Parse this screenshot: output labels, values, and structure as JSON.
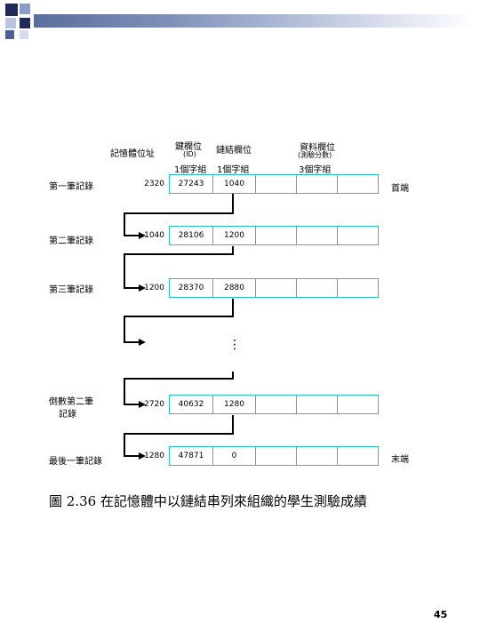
{
  "header": {
    "labels": {
      "address": "記憶體位址",
      "key_field": "鍵欄位",
      "key_field_sub": "(ID)",
      "link_field": "鏈結欄位",
      "data_field": "資料欄位",
      "data_field_sub": "(測驗分數)",
      "key_size": "1個字組",
      "link_size": "1個字組",
      "data_size": "3個字組"
    }
  },
  "records": [
    {
      "label": "第一筆記錄",
      "address": "2320",
      "id": "27243",
      "link": "1040",
      "end_label": "首端"
    },
    {
      "label": "第二筆記錄",
      "address": "1040",
      "id": "28106",
      "link": "1200",
      "end_label": ""
    },
    {
      "label": "第三筆記錄",
      "address": "1200",
      "id": "28370",
      "link": "2880",
      "end_label": ""
    },
    {
      "label": "倒數第二筆記錄",
      "address": "2720",
      "id": "40632",
      "link": "1280",
      "end_label": ""
    },
    {
      "label": "最後一筆記錄",
      "address": "1280",
      "id": "47871",
      "link": "0",
      "end_label": "末端"
    }
  ],
  "label_4_line1": "倒數第二筆",
  "label_4_line2": "記錄",
  "ellipsis": "⋮",
  "caption": "圖 2.36  在記憶體中以鏈結串列來組織的學生測驗成績",
  "page_number": "45",
  "colors": {
    "cell_border": "#22c0cc",
    "header_bar": "#5a6d9c"
  }
}
